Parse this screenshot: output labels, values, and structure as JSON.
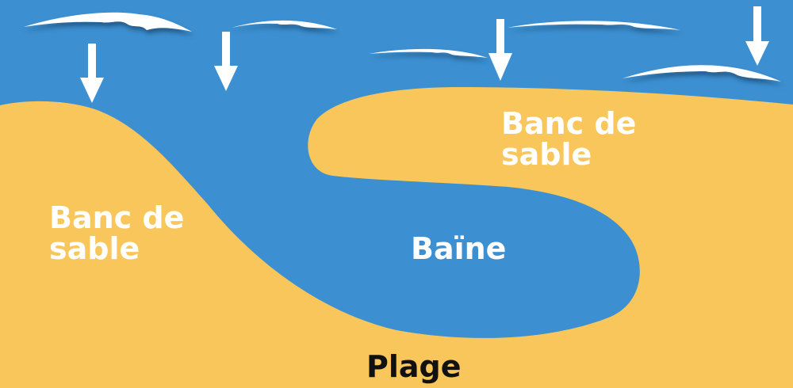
{
  "labels": {
    "sandbank_left": [
      "Banc de",
      "sable"
    ],
    "sandbank_right": [
      "Banc de",
      "sable"
    ],
    "channel": "Baïne",
    "beach": "Plage"
  },
  "colors": {
    "sea": "#3c8fd0",
    "sand": "#f8c65a",
    "foam": "#ffffff",
    "foam_shadow": "#1c4a73",
    "label_light": "#ffffff",
    "label_dark": "#111111"
  }
}
